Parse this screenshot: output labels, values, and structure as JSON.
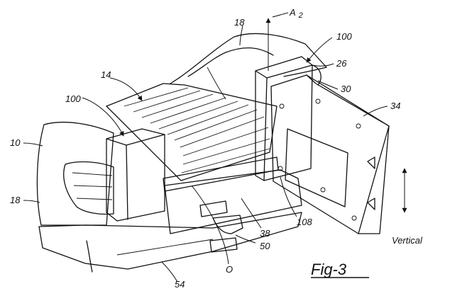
{
  "colors": {
    "ink": "#111111",
    "paper": "#ffffff"
  },
  "figure": {
    "title": "Fig-3"
  },
  "axis": {
    "label": "A",
    "subscript": "2"
  },
  "direction": {
    "label": "Vertical"
  },
  "labels": {
    "truck": "10",
    "bed": "14",
    "wall_top": "18",
    "wall_side": "18",
    "pivot": "26",
    "hinge": "30",
    "panel": "34",
    "floor_gap": "38",
    "hitch": "50",
    "bumper": "54",
    "stop_left": "100",
    "stop_right": "100",
    "edge": "108",
    "origin": "O"
  }
}
